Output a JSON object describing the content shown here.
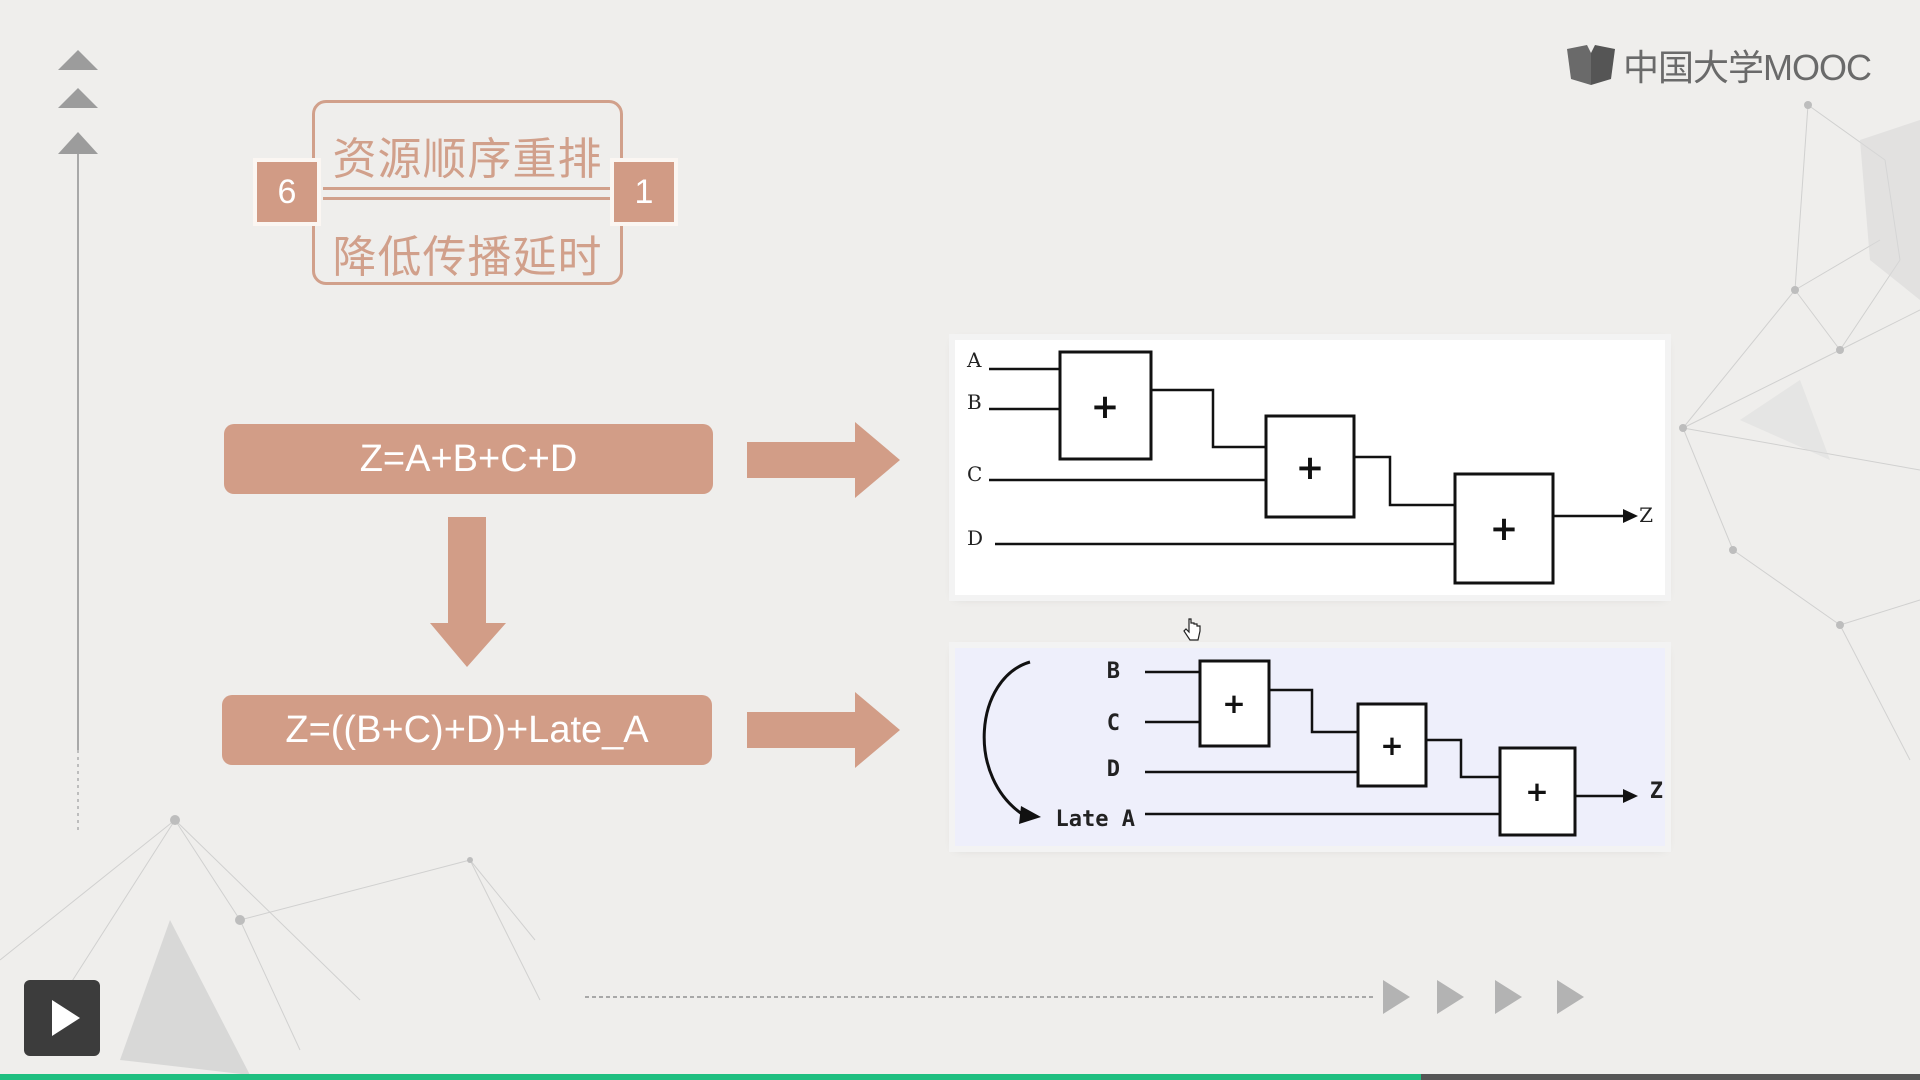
{
  "title": {
    "line1": "资源顺序重排",
    "line2": "降低传播延时",
    "left_num": "6",
    "right_num": "1"
  },
  "logo": {
    "text": "中国大学MOOC",
    "icon": "mooc-book-icon"
  },
  "equations": {
    "original": "Z=A+B+C+D",
    "reordered": "Z=((B+C)+D)+Late_A"
  },
  "circuit1": {
    "inputs": [
      "A",
      "B",
      "C",
      "D"
    ],
    "op": "+",
    "output": "Z"
  },
  "circuit2": {
    "inputs": [
      "B",
      "C",
      "D",
      "Late A"
    ],
    "op": "+",
    "output": "Z"
  },
  "player": {
    "play_icon": "play-icon",
    "progress": 0.74,
    "progress_color": "#1fbf80"
  },
  "colors": {
    "accent": "#d29d87",
    "background": "#efeeec"
  }
}
